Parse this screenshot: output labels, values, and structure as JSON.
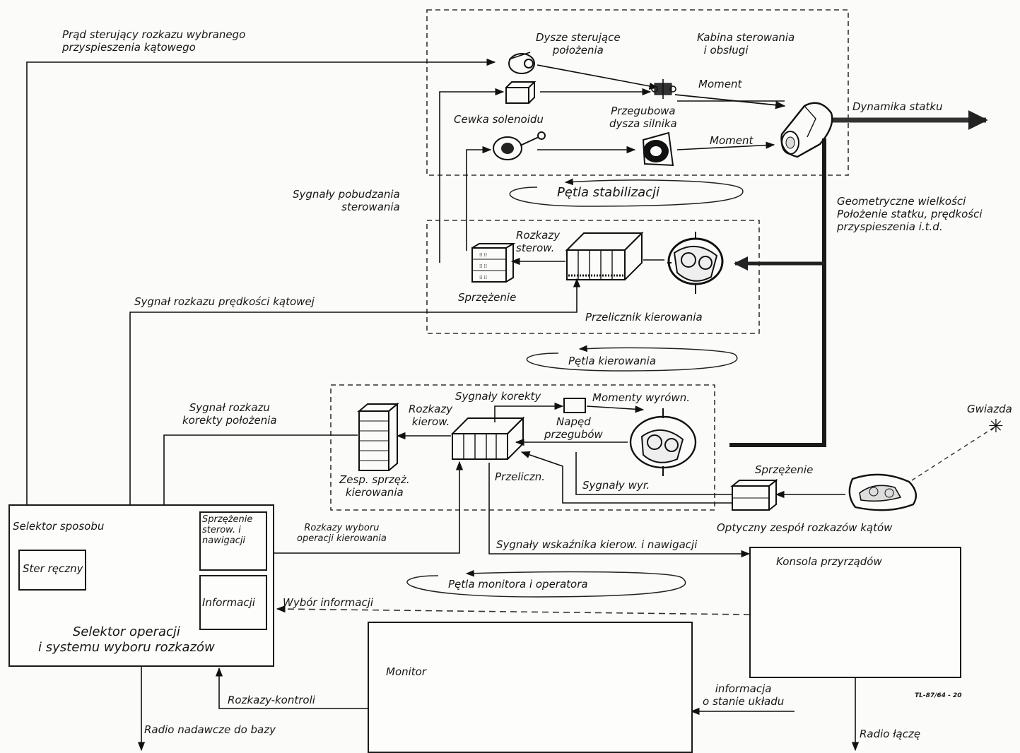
{
  "labels": {
    "prad_sterujacy": "Prąd sterujący rozkazu wybranego",
    "prad_sterujacy_2": "przyspieszenia kątowego",
    "dysze": "Dysze sterujące",
    "dysze_2": "położenia",
    "kabina": "Kabina sterowania",
    "kabina_2": "i obsługi",
    "moment_1": "Moment",
    "moment_2": "Moment",
    "cewka": "Cewka solenoidu",
    "przegubowa": "Przegubowa",
    "przegubowa_2": "dysza silnika",
    "dynamika": "Dynamika statku",
    "sygnaly_pobudzania": "Sygnały pobudzania",
    "sygnaly_pobudzania_2": "sterowania",
    "petla_stabilizacji": "Pętla stabilizacji",
    "geometryczne": "Geometryczne wielkości",
    "geometryczne_2": "Położenie statku, prędkości",
    "geometryczne_3": "przyspieszenia i.t.d.",
    "rozkazy_sterow": "Rozkazy",
    "rozkazy_sterow_2": "sterow.",
    "sprzezenie_1": "Sprzężenie",
    "przelicznik": "Przelicznik kierowania",
    "sygnal_predkosci": "Sygnał rozkazu prędkości kątowej",
    "petla_kierowania": "Pętla kierowania",
    "sygnaly_korekty": "Sygnały korekty",
    "momenty_wyrown": "Momenty wyrówn.",
    "naped": "Napęd",
    "naped_2": "przegubów",
    "rozkazy_kierow": "Rozkazy",
    "rozkazy_kierow_2": "kierow.",
    "sygnal_korekty": "Sygnał rozkazu",
    "sygnal_korekty_2": "korekty położenia",
    "zesp": "Zesp. sprzęż.",
    "zesp_2": "kierowania",
    "przeliczn": "Przeliczn.",
    "sygnaly_wyr": "Sygnały wyr.",
    "sprzezenie_2": "Sprzężenie",
    "gwiazda": "Gwiazda",
    "optyczny": "Optyczny zespół rozkazów kątów",
    "selektor_sposobu": "Selektor sposobu",
    "ster_reczny": "Ster ręczny",
    "sprzezenie_sterow": "Sprzężenie",
    "sprzezenie_sterow_2": "sterow. i",
    "sprzezenie_sterow_3": "nawigacji",
    "informacji": "Informacji",
    "selektor_operacji": "Selektor operacji",
    "selektor_operacji_2": "i systemu wyboru rozkazów",
    "rozkazy_wyboru": "Rozkazy wyboru",
    "rozkazy_wyboru_2": "operacji kierowania",
    "sygnaly_wskaznika": "Sygnały wskaźnika kierow. i nawigacji",
    "konsola": "Konsola przyrządów",
    "petla_monitora": "Pętla monitora i operatora",
    "wybor_informacji": "Wybór informacji",
    "monitor": "Monitor",
    "informacja_stanie": "informacja",
    "informacja_stanie_2": "o stanie układu",
    "rozkazy_kontroli": "Rozkazy-kontroli",
    "radio_nadawcze": "Radio nadawcze do bazy",
    "radio_lacze": "Radio łączę",
    "ref_code": "TL-87/64 - 20"
  }
}
